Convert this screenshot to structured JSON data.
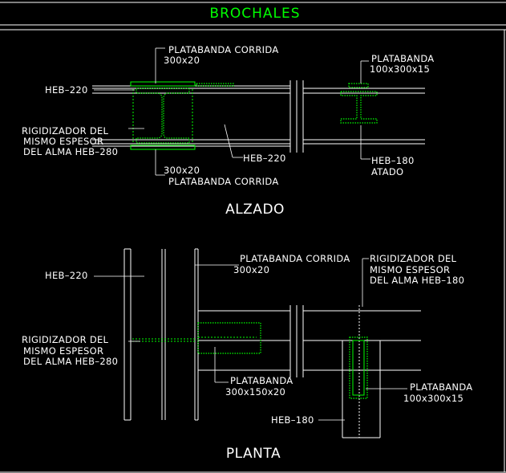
{
  "title": "BROCHALES",
  "alzado": {
    "view_label": "ALZADO",
    "heb220_left": "HEB–220",
    "plate_top_name": "PLATABANDA  CORRIDA",
    "plate_top_size": "300x20",
    "stiffener_l1": "RIGIDIZADOR  DEL",
    "stiffener_l2": "MISMO  ESPESOR",
    "stiffener_l3": "DEL  ALMA  HEB–280",
    "plate_bot_size": "300x20",
    "plate_bot_name": "PLATABANDA  CORRIDA",
    "heb220_mid": "HEB–220",
    "plate_right_name": "PLATABANDA",
    "plate_right_size": "100x300x15",
    "heb180_l1": "HEB–180",
    "heb180_l2": "ATADO"
  },
  "planta": {
    "view_label": "PLANTA",
    "heb220_left": "HEB–220",
    "plate_run_name": "PLATABANDA  CORRIDA",
    "plate_run_size": "300x20",
    "stiff180_l1": "RIGIDIZADOR  DEL",
    "stiff180_l2": "MISMO  ESPESOR",
    "stiff180_l3": "DEL  ALMA  HEB–180",
    "stiff280_l1": "RIGIDIZADOR  DEL",
    "stiff280_l2": "MISMO  ESPESOR",
    "stiff280_l3": "DEL  ALMA  HEB–280",
    "plate_mid_name": "PLATABANDA",
    "plate_mid_size": "300x150x20",
    "plate_right_name": "PLATABANDA",
    "plate_right_size": "100x300x15",
    "heb180": "HEB–180"
  }
}
